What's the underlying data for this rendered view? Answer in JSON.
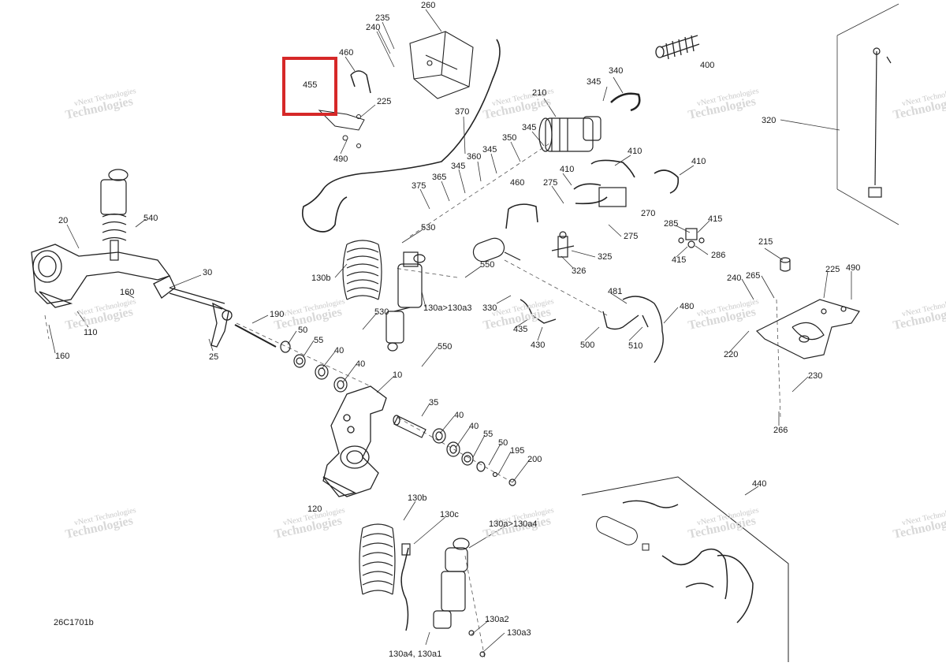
{
  "drawing_code": "26C1701b",
  "highlight": {
    "label": "455",
    "color": "#d62828"
  },
  "watermark": {
    "line1": "vNext Technologies",
    "line2": "Technologies"
  },
  "callouts": [
    {
      "id": "c235",
      "text": "235"
    },
    {
      "id": "c260",
      "text": "260"
    },
    {
      "id": "c240a",
      "text": "240"
    },
    {
      "id": "c460a",
      "text": "460"
    },
    {
      "id": "c455",
      "text": "455"
    },
    {
      "id": "c225a",
      "text": "225"
    },
    {
      "id": "c490a",
      "text": "490"
    },
    {
      "id": "c370",
      "text": "370"
    },
    {
      "id": "c210",
      "text": "210"
    },
    {
      "id": "c345a",
      "text": "345"
    },
    {
      "id": "c340",
      "text": "340"
    },
    {
      "id": "c400",
      "text": "400"
    },
    {
      "id": "c320",
      "text": "320"
    },
    {
      "id": "c345b",
      "text": "345"
    },
    {
      "id": "c350",
      "text": "350"
    },
    {
      "id": "c345c",
      "text": "345"
    },
    {
      "id": "c360",
      "text": "360"
    },
    {
      "id": "c345d",
      "text": "345"
    },
    {
      "id": "c365",
      "text": "365"
    },
    {
      "id": "c375",
      "text": "375"
    },
    {
      "id": "c410a",
      "text": "410"
    },
    {
      "id": "c410b",
      "text": "410"
    },
    {
      "id": "c410c",
      "text": "410"
    },
    {
      "id": "c275a",
      "text": "275"
    },
    {
      "id": "c460b",
      "text": "460"
    },
    {
      "id": "c270",
      "text": "270"
    },
    {
      "id": "c540",
      "text": "540"
    },
    {
      "id": "c20",
      "text": "20"
    },
    {
      "id": "c530a",
      "text": "530"
    },
    {
      "id": "c285",
      "text": "285"
    },
    {
      "id": "c415a",
      "text": "415"
    },
    {
      "id": "c275b",
      "text": "275"
    },
    {
      "id": "c286",
      "text": "286"
    },
    {
      "id": "c415b",
      "text": "415"
    },
    {
      "id": "c215",
      "text": "215"
    },
    {
      "id": "c325",
      "text": "325"
    },
    {
      "id": "c550a",
      "text": "550"
    },
    {
      "id": "c326",
      "text": "326"
    },
    {
      "id": "c30",
      "text": "30"
    },
    {
      "id": "c130b_top",
      "text": "130b"
    },
    {
      "id": "c240b",
      "text": "240"
    },
    {
      "id": "c265",
      "text": "265"
    },
    {
      "id": "c225b",
      "text": "225"
    },
    {
      "id": "c490b",
      "text": "490"
    },
    {
      "id": "c160a",
      "text": "160"
    },
    {
      "id": "c481",
      "text": "481"
    },
    {
      "id": "c130a3",
      "text": "130a>130a3"
    },
    {
      "id": "c330",
      "text": "330"
    },
    {
      "id": "c190",
      "text": "190"
    },
    {
      "id": "c530b",
      "text": "530"
    },
    {
      "id": "c480",
      "text": "480"
    },
    {
      "id": "c110",
      "text": "110"
    },
    {
      "id": "c435",
      "text": "435"
    },
    {
      "id": "c50a",
      "text": "50"
    },
    {
      "id": "c55a",
      "text": "55"
    },
    {
      "id": "c430",
      "text": "430"
    },
    {
      "id": "c500",
      "text": "500"
    },
    {
      "id": "c510",
      "text": "510"
    },
    {
      "id": "c550b",
      "text": "550"
    },
    {
      "id": "c220",
      "text": "220"
    },
    {
      "id": "c25",
      "text": "25"
    },
    {
      "id": "c40a",
      "text": "40"
    },
    {
      "id": "c160b",
      "text": "160"
    },
    {
      "id": "c40b",
      "text": "40"
    },
    {
      "id": "c10",
      "text": "10"
    },
    {
      "id": "c230",
      "text": "230"
    },
    {
      "id": "c35",
      "text": "35"
    },
    {
      "id": "c40c",
      "text": "40"
    },
    {
      "id": "c40d",
      "text": "40"
    },
    {
      "id": "c266",
      "text": "266"
    },
    {
      "id": "c55b",
      "text": "55"
    },
    {
      "id": "c50b",
      "text": "50"
    },
    {
      "id": "c195",
      "text": "195"
    },
    {
      "id": "c200",
      "text": "200"
    },
    {
      "id": "c440",
      "text": "440"
    },
    {
      "id": "c130b_bot",
      "text": "130b"
    },
    {
      "id": "c120",
      "text": "120"
    },
    {
      "id": "c130c",
      "text": "130c"
    },
    {
      "id": "c130a4",
      "text": "130a>130a4"
    },
    {
      "id": "c130a2",
      "text": "130a2"
    },
    {
      "id": "c130a3b",
      "text": "130a3"
    },
    {
      "id": "c130a4a1",
      "text": "130a4, 130a1"
    }
  ]
}
